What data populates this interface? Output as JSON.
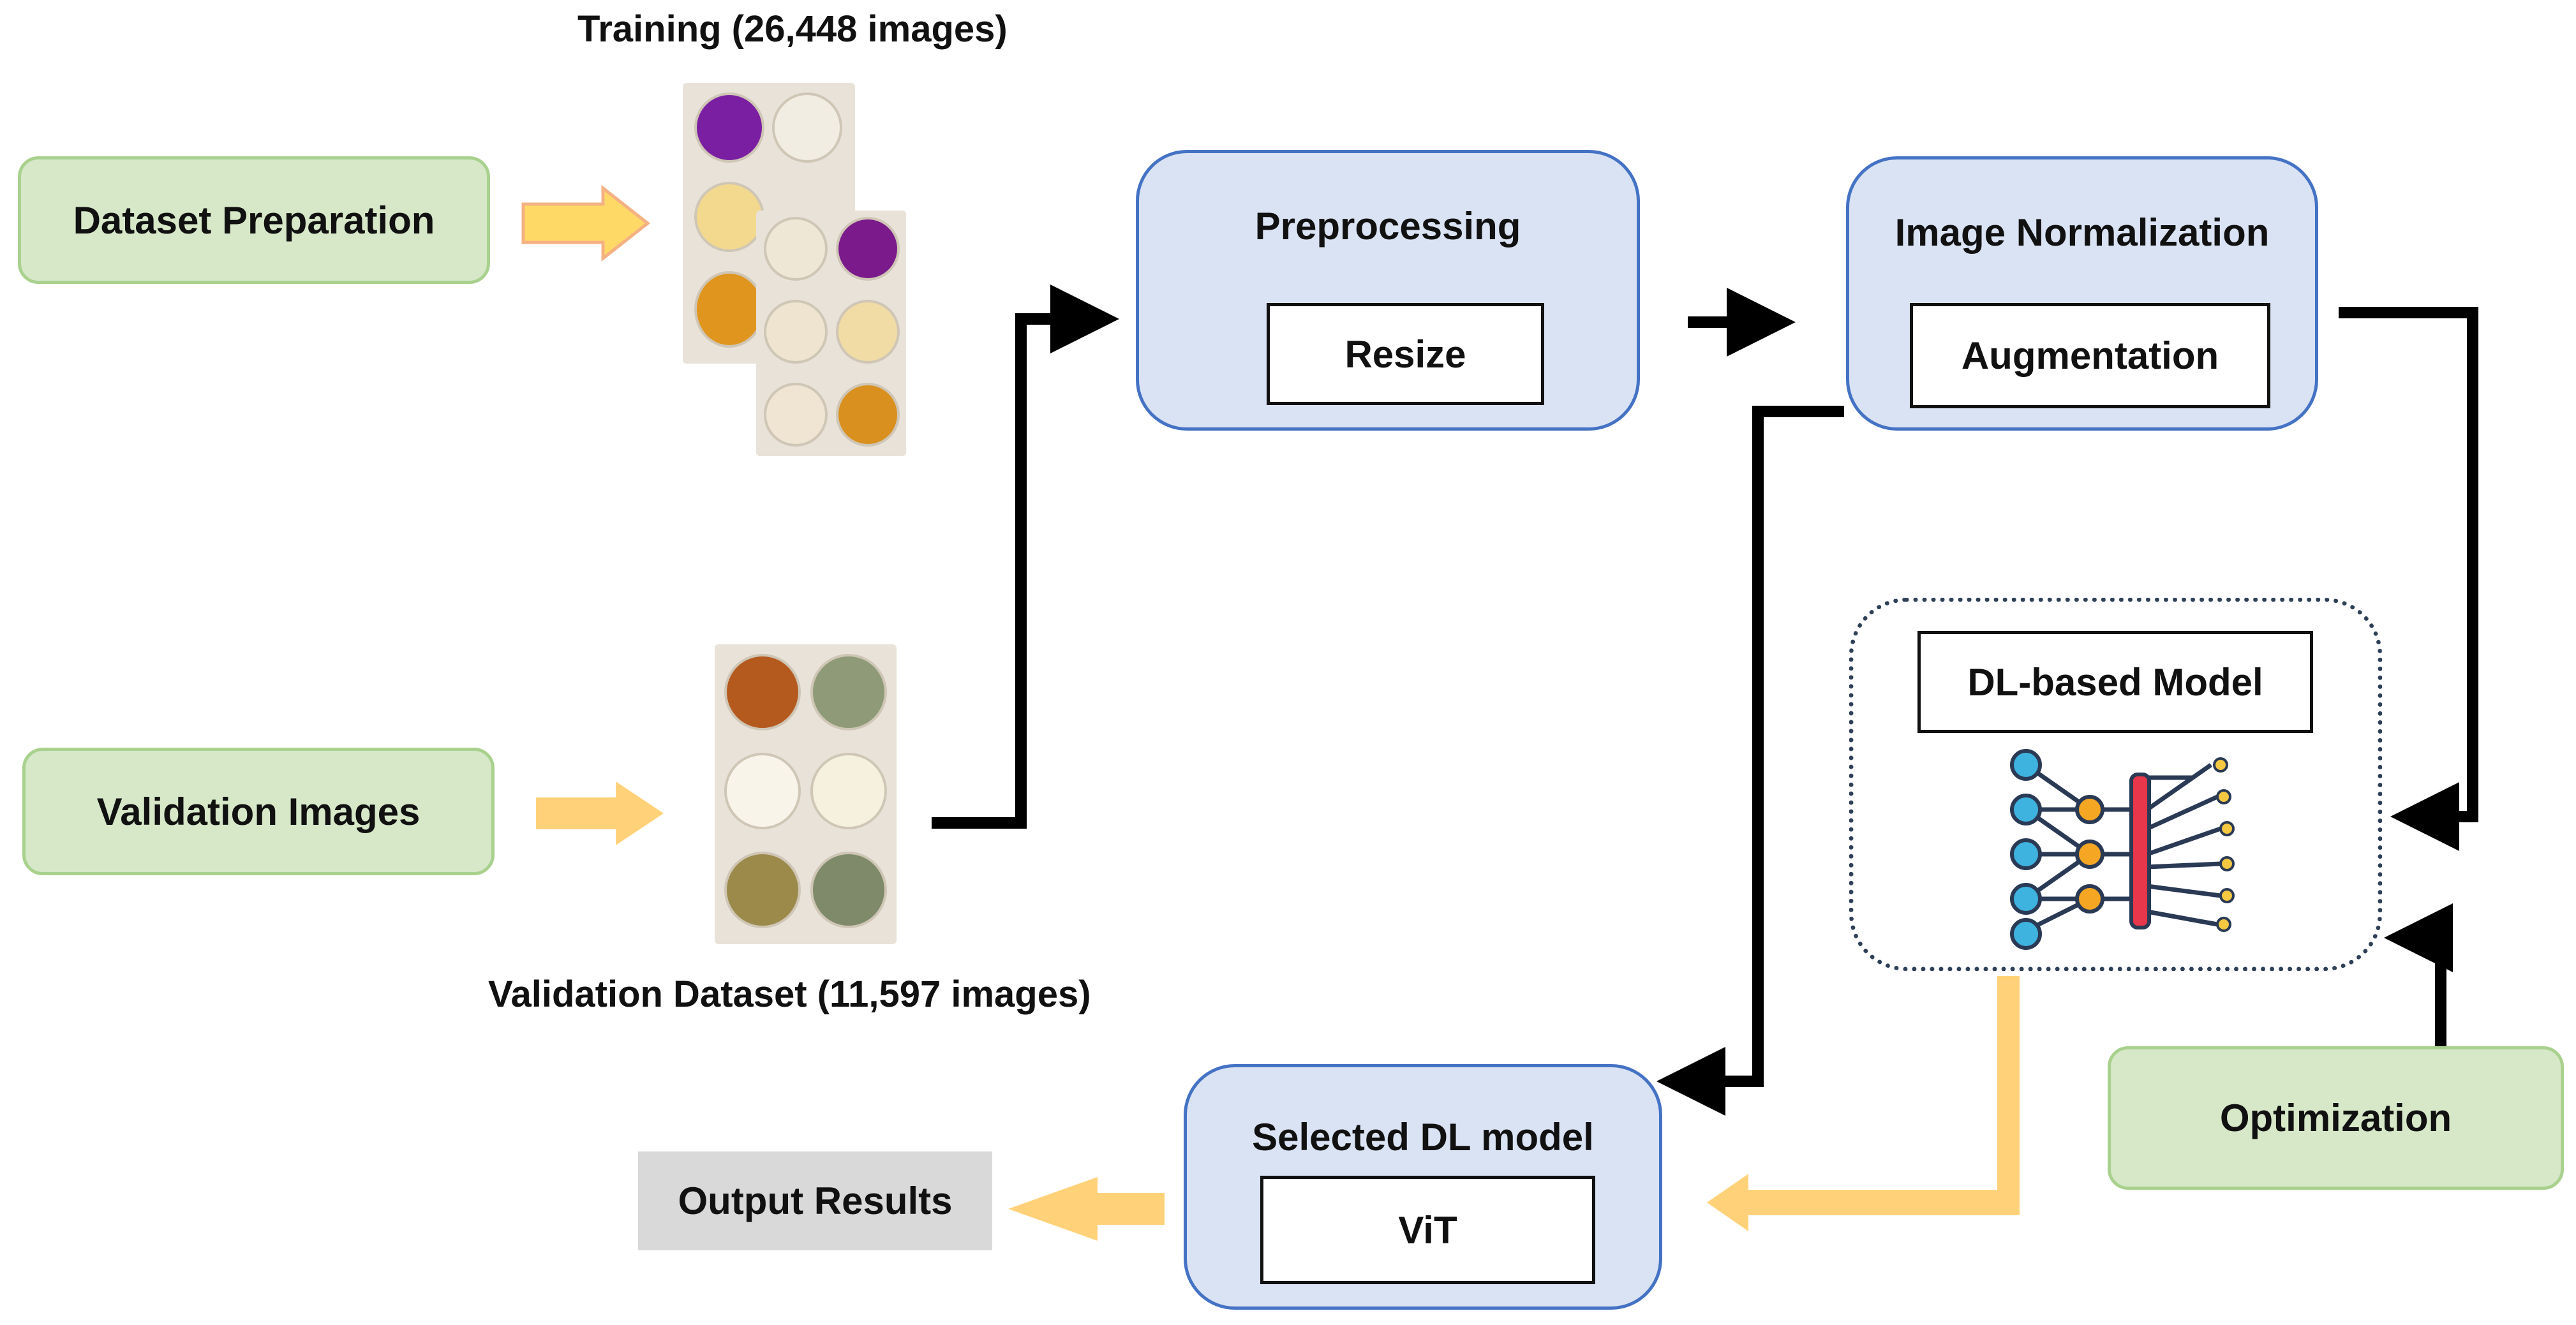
{
  "dataset": {
    "training_caption": "Training (26,448 images)",
    "validation_caption": "Validation Dataset (11,597 images)"
  },
  "nodes": {
    "dataset_preparation": "Dataset Preparation",
    "validation_images": "Validation Images",
    "preprocessing": {
      "title": "Preprocessing",
      "inner": "Resize"
    },
    "normalization": {
      "title": "Image Normalization",
      "inner": "Augmentation"
    },
    "model": {
      "inner": "DL-based Model"
    },
    "optimization": "Optimization",
    "selected_model": {
      "title": "Selected DL model",
      "inner": "ViT"
    },
    "output_results": "Output Results"
  },
  "colors": {
    "green_fill": "#d6e8c8",
    "green_border": "#a9d18e",
    "blue_fill": "#dae3f3",
    "blue_border": "#4472c4",
    "arrow_yellow": "#ffd27a",
    "arrow_black": "#000000",
    "gray_fill": "#d9d9d9"
  },
  "icons": {
    "neural_network": "neural-network-icon",
    "training_plate": "petri-plate-image",
    "validation_plate": "petri-plate-image"
  }
}
